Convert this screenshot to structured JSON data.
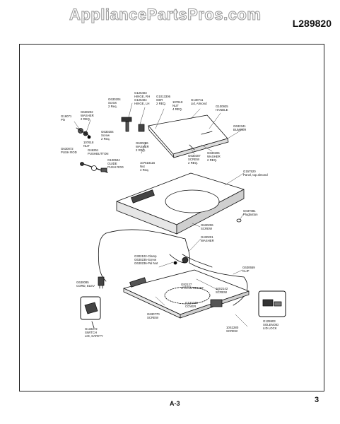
{
  "watermark": "AppliancePartsPros.com",
  "model_number": "L289820",
  "page_id": "A-3",
  "page_number": "3",
  "callouts": [
    {
      "id": "c1",
      "lines": [
        "G125403",
        "HINGE, RH",
        "G125404",
        "HINGE, LH"
      ]
    },
    {
      "id": "c2",
      "lines": [
        "G1013306",
        "GER",
        "2 REQ."
      ]
    },
    {
      "id": "c3",
      "lines": [
        "G630204",
        "Screw",
        "2 Req."
      ]
    },
    {
      "id": "c4",
      "lines": [
        "107618",
        "NUT",
        "4 REQ."
      ]
    },
    {
      "id": "c5",
      "lines": [
        "G130711",
        "Lid, Almond"
      ]
    },
    {
      "id": "c6",
      "lines": [
        "G100925",
        "HANDLE"
      ]
    },
    {
      "id": "c7",
      "lines": [
        "G16071",
        "Pin"
      ]
    },
    {
      "id": "c8",
      "lines": [
        "G630202",
        "WASHER",
        "2 REQ."
      ]
    },
    {
      "id": "c9",
      "lines": [
        "G630204",
        "Screw",
        "2 Req."
      ]
    },
    {
      "id": "c10",
      "lines": [
        "G632341",
        "BUMPER"
      ]
    },
    {
      "id": "c11",
      "lines": [
        "107618",
        "NUT"
      ]
    },
    {
      "id": "c12",
      "lines": [
        "G630206",
        "WASHER",
        "2 REQ."
      ]
    },
    {
      "id": "c13",
      "lines": [
        "G630072",
        "PUSH ROD"
      ]
    },
    {
      "id": "c14",
      "lines": [
        "G46251",
        "PUSHBUTTON"
      ]
    },
    {
      "id": "c15",
      "lines": [
        "G630207",
        "SCREW",
        "2 REQ."
      ]
    },
    {
      "id": "c16",
      "lines": [
        "G630206",
        "WASHER",
        "2 REQ."
      ]
    },
    {
      "id": "c17",
      "lines": [
        "G100504",
        "GUIDE",
        "PUSH ROD"
      ]
    },
    {
      "id": "c18",
      "lines": [
        "107618116",
        "Nut",
        "4 Req."
      ]
    },
    {
      "id": "c19",
      "lines": [
        "G157520",
        "Panel, top almond"
      ]
    },
    {
      "id": "c20",
      "lines": [
        "G037081",
        "Plugbutton"
      ]
    },
    {
      "id": "c21",
      "lines": [
        "G630206",
        "SCREW"
      ]
    },
    {
      "id": "c22",
      "lines": [
        "G430201",
        "WASHER"
      ]
    },
    {
      "id": "c23",
      "lines": [
        "G302102-Clamp",
        "G630235-Screw",
        "G630236-Pal Nut"
      ]
    },
    {
      "id": "c24",
      "lines": [
        "G630085",
        "CORD, ELEV"
      ]
    },
    {
      "id": "c25",
      "lines": [
        "G630659",
        "CLIP"
      ]
    },
    {
      "id": "c26",
      "lines": [
        "G82127",
        "STRAIN RELIEF"
      ]
    },
    {
      "id": "c27",
      "lines": [
        "10S2142",
        "SCREW"
      ]
    },
    {
      "id": "c28",
      "lines": [
        "G131048",
        "COVER"
      ]
    },
    {
      "id": "c29",
      "lines": [
        "G630770",
        "SCREW"
      ]
    },
    {
      "id": "c30",
      "lines": [
        "G125903",
        "SOLENOID",
        "LID LOCK"
      ]
    },
    {
      "id": "c31",
      "lines": [
        "G133272",
        "SWITCH",
        "LID, SAFETY"
      ]
    },
    {
      "id": "c32",
      "lines": [
        "10S2280",
        "SCREW"
      ]
    }
  ]
}
